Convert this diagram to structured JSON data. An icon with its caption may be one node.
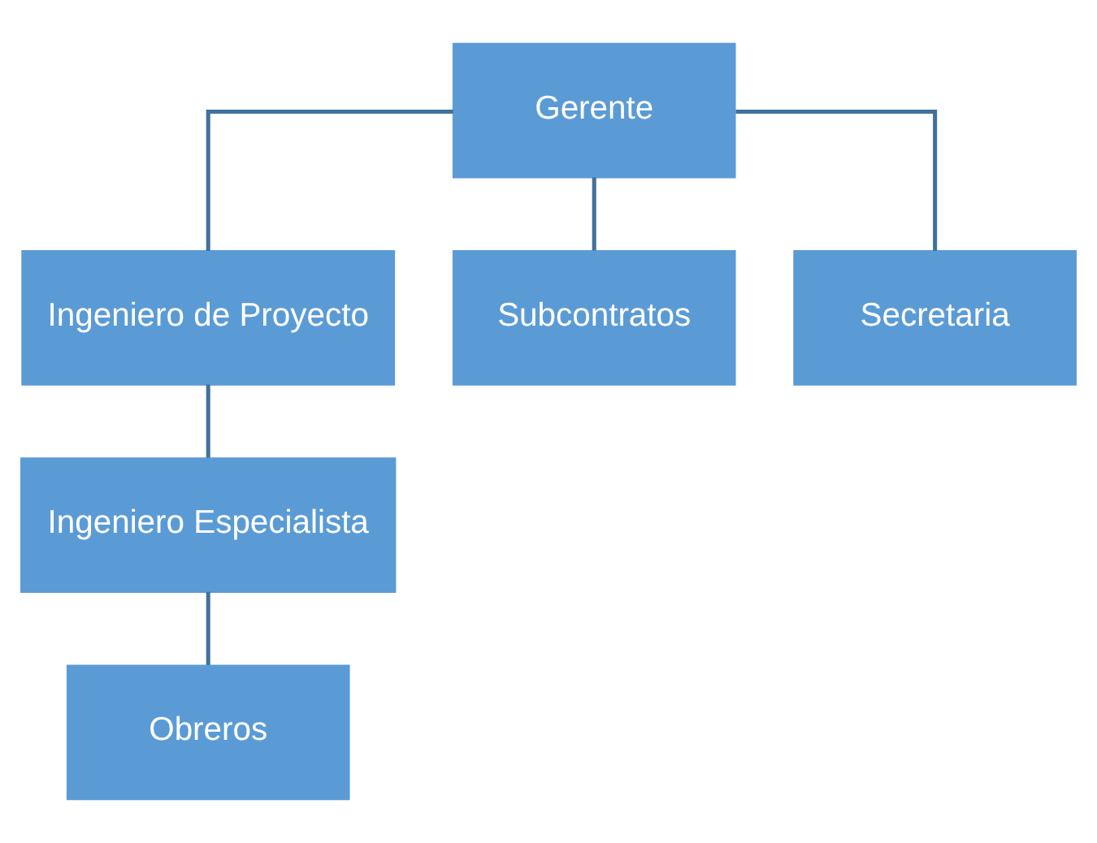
{
  "diagram": {
    "nodes": [
      {
        "text": [
          "Gerente"
        ]
      },
      {
        "text": [
          "Ingeniero de Proyecto"
        ]
      },
      {
        "text": [
          "Subcontratos"
        ]
      },
      {
        "text": [
          "Secretaria"
        ]
      },
      {
        "text": [
          "Ingeniero Especialista"
        ]
      },
      {
        "text": [
          "Obreros"
        ]
      }
    ],
    "edges": [
      {
        "from": 0,
        "to": 1,
        "arrow": "none"
      },
      {
        "from": 0,
        "to": 2,
        "arrow": "none"
      },
      {
        "from": 0,
        "to": 3,
        "arrow": "none"
      },
      {
        "from": 1,
        "to": 4,
        "arrow": "none"
      },
      {
        "from": 4,
        "to": 5,
        "arrow": "none"
      }
    ]
  }
}
